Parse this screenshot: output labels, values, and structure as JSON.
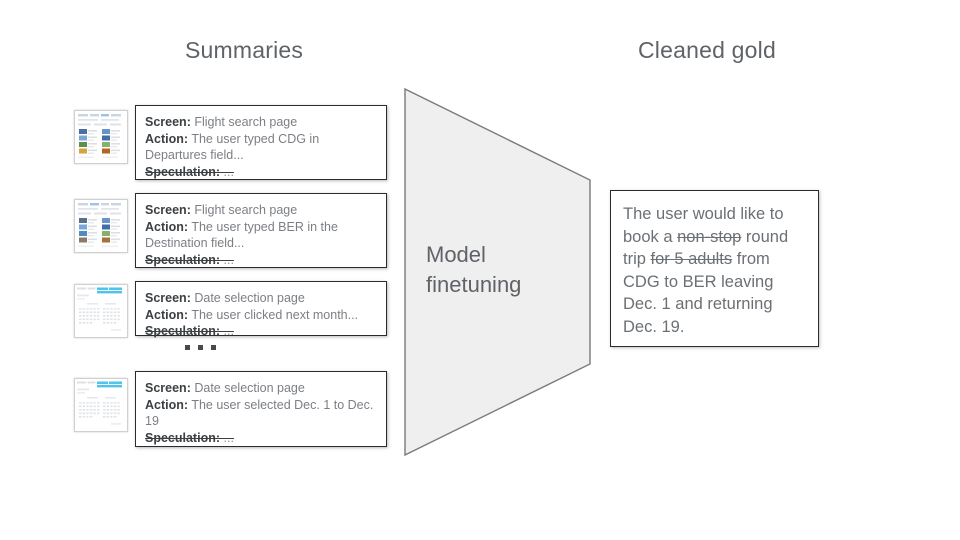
{
  "headings": {
    "summaries": "Summaries",
    "cleaned_gold": "Cleaned gold"
  },
  "pipeline": {
    "stage_label_line1": "Model",
    "stage_label_line2": "finetuning",
    "shape": "trapezoid",
    "fill_color": "#efefef",
    "stroke_color": "#7a7a7a"
  },
  "summaries": {
    "field_labels": {
      "screen": "Screen:",
      "action": "Action:",
      "speculation": "Speculation:"
    },
    "items": [
      {
        "thumbnail_name": "flight-search-page-thumbnail",
        "screen": "Flight search page",
        "action": "The user typed CDG in Departures field...",
        "speculation": "...",
        "speculation_struck": true
      },
      {
        "thumbnail_name": "flight-search-page-thumbnail",
        "screen": "Flight search page",
        "action": "The user typed BER in the Destination field...",
        "speculation": "...",
        "speculation_struck": true
      },
      {
        "thumbnail_name": "date-selection-page-thumbnail",
        "screen": "Date selection page",
        "action": "The user clicked next month...",
        "speculation": "...",
        "speculation_struck": true
      },
      {
        "thumbnail_name": "date-selection-page-thumbnail",
        "screen": "Date selection page",
        "action": "The user selected Dec. 1 to Dec. 19",
        "speculation": "...",
        "speculation_struck": true
      }
    ],
    "ellipsis": "..."
  },
  "cleaned_gold": {
    "segments": [
      {
        "text": "The user would like to book a ",
        "struck": false
      },
      {
        "text": "non-stop",
        "struck": true
      },
      {
        "text": " round trip ",
        "struck": false
      },
      {
        "text": "for 5 adults",
        "struck": true
      },
      {
        "text": " from CDG to BER leaving Dec. 1 and returning Dec. 19.",
        "struck": false
      }
    ],
    "plain_text": "The user would like to book a non-stop round trip for 5 adults from CDG to BER leaving Dec. 1 and returning Dec. 19."
  },
  "colors": {
    "background": "#ffffff",
    "text_muted": "#7b7f84",
    "text_strong": "#3c4043",
    "card_border": "#2b2b2b"
  }
}
